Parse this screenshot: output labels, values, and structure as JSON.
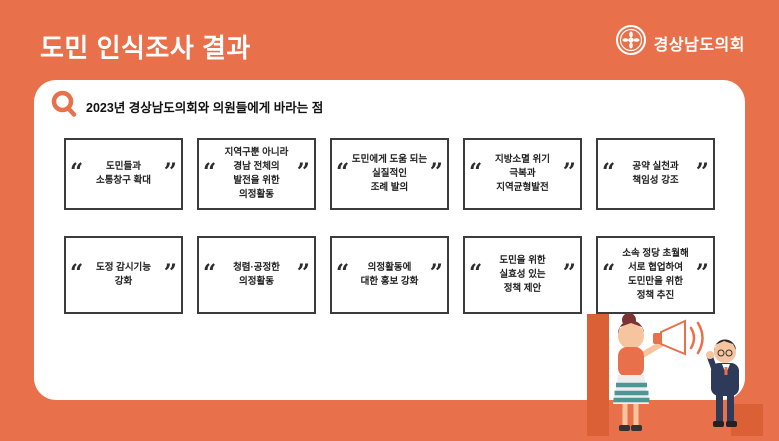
{
  "colors": {
    "background": "#E8714B",
    "card": "#FFFFFF",
    "accent": "#E8714B",
    "box-border": "#3C3C3C",
    "quote": "#2D2D2D",
    "text": "#1F1F1F"
  },
  "header": {
    "title": "도민 인식조사 결과",
    "logo_label": "경상남도의회"
  },
  "question": {
    "label": "2023년 경상남도의회와 의원들에게 바라는 점"
  },
  "quotes": {
    "open": "“",
    "close": "”"
  },
  "boxes": [
    {
      "text": "도민들과\n소통창구 확대"
    },
    {
      "text": "지역구뿐 아니라\n경남 전체의\n발전을 위한\n의정활동"
    },
    {
      "text": "도민에게 도움 되는\n실질적인\n조례 발의"
    },
    {
      "text": "지방소멸 위기\n극복과\n지역균형발전"
    },
    {
      "text": "공약 실천과\n책임성 강조"
    },
    {
      "text": "도정 감시기능\n강화"
    },
    {
      "text": "청렴·공정한\n의정활동"
    },
    {
      "text": "의정활동에\n대한 홍보 강화"
    },
    {
      "text": "도민을 위한\n실효성 있는\n정책 제안"
    },
    {
      "text": "소속 정당 초월해\n서로 협업하여\n도민만을 위한\n정책 추진"
    }
  ]
}
